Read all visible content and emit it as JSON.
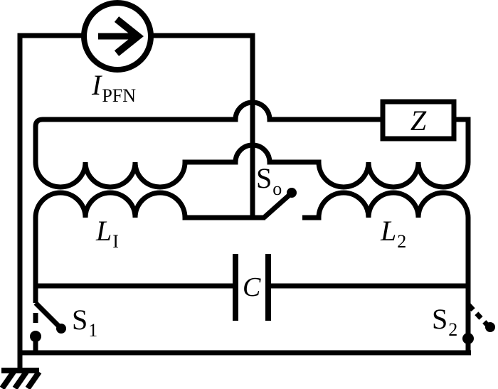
{
  "colors": {
    "stroke": "#000000",
    "background": "#ffffff"
  },
  "labels": {
    "source": {
      "main": "I",
      "sub": "PFN"
    },
    "impedance": {
      "text": "Z"
    },
    "switch_output": {
      "main": "S",
      "sub": "o"
    },
    "inductor_left": {
      "main": "L",
      "sub": "I"
    },
    "inductor_right": {
      "main": "L",
      "sub": "2"
    },
    "capacitor": {
      "text": "C"
    },
    "switch_1": {
      "main": "S",
      "sub": "1"
    },
    "switch_2": {
      "main": "S",
      "sub": "2"
    }
  }
}
